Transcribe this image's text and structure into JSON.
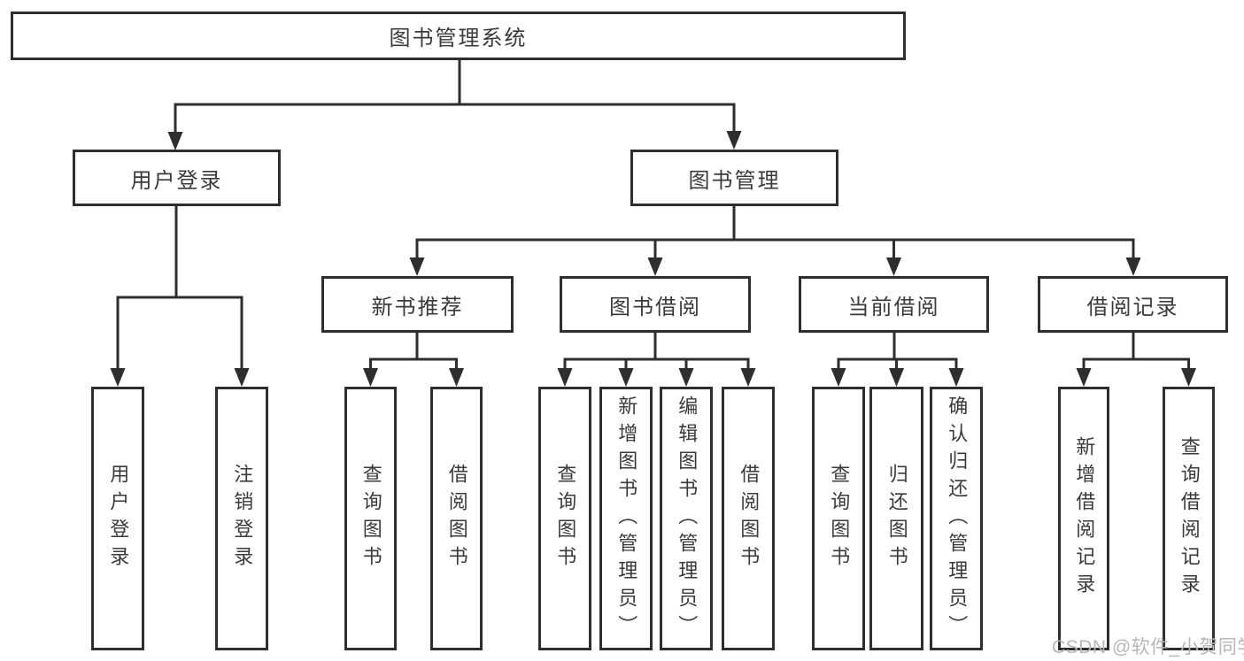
{
  "tree": {
    "root": {
      "label": "图书管理系统",
      "children": [
        {
          "label": "用户登录",
          "children": [
            {
              "label": "用户登录"
            },
            {
              "label": "注销登录"
            }
          ]
        },
        {
          "label": "图书管理",
          "children": [
            {
              "label": "新书推荐",
              "children": [
                {
                  "label": "查询图书"
                },
                {
                  "label": "借阅图书"
                }
              ]
            },
            {
              "label": "图书借阅",
              "children": [
                {
                  "label": "查询图书"
                },
                {
                  "label": "新增图书（管理员）"
                },
                {
                  "label": "编辑图书（管理员）"
                },
                {
                  "label": "借阅图书"
                }
              ]
            },
            {
              "label": "当前借阅",
              "children": [
                {
                  "label": "查询图书"
                },
                {
                  "label": "归还图书"
                },
                {
                  "label": "确认归还（管理员）"
                }
              ]
            },
            {
              "label": "借阅记录",
              "children": [
                {
                  "label": "新增借阅记录"
                },
                {
                  "label": "查询借阅记录"
                }
              ]
            }
          ]
        }
      ]
    }
  },
  "watermark": {
    "text": "CSDN @软件_小贺同学"
  },
  "colors": {
    "line": "#2e2e2e",
    "text": "#3a3a3a",
    "watermark": "#b6b6b6"
  }
}
